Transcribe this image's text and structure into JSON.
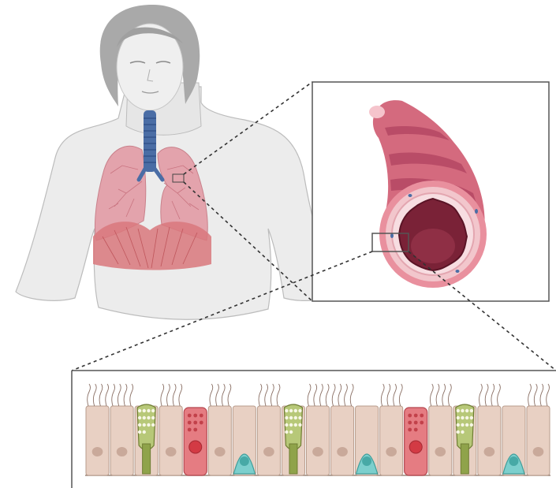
{
  "figure": {
    "panels": [
      "body",
      "airway",
      "epithelium"
    ],
    "colors": {
      "skin": "#ececec",
      "skin_outline": "#bcbcbc",
      "hair": "#a9a9a9",
      "trachea": "#4a6da5",
      "lung": "#e3a3ac",
      "diaphragm": "#d9787c",
      "airway_outer": "#d46a7e",
      "airway_band": "#b94c67",
      "airway_lumen": "#7a2237",
      "airway_wall": "#f2c6cc",
      "cell_tan": "#e8d0c3",
      "cell_goblet": "#b7c878",
      "cell_secretory": "#e57c82",
      "cell_basal": "#7ccfcd",
      "connector": "#333333"
    },
    "cell_types": [
      "ciliated-cell",
      "goblet-cell",
      "secretory-cell",
      "basal-cell"
    ],
    "epithelium_sequence": [
      "ciliated",
      "ciliated",
      "goblet",
      "ciliated",
      "secretory",
      "ciliated",
      "basal",
      "ciliated",
      "goblet",
      "ciliated",
      "ciliated",
      "basal",
      "ciliated",
      "secretory",
      "ciliated",
      "goblet",
      "ciliated",
      "basal",
      "ciliated"
    ]
  }
}
